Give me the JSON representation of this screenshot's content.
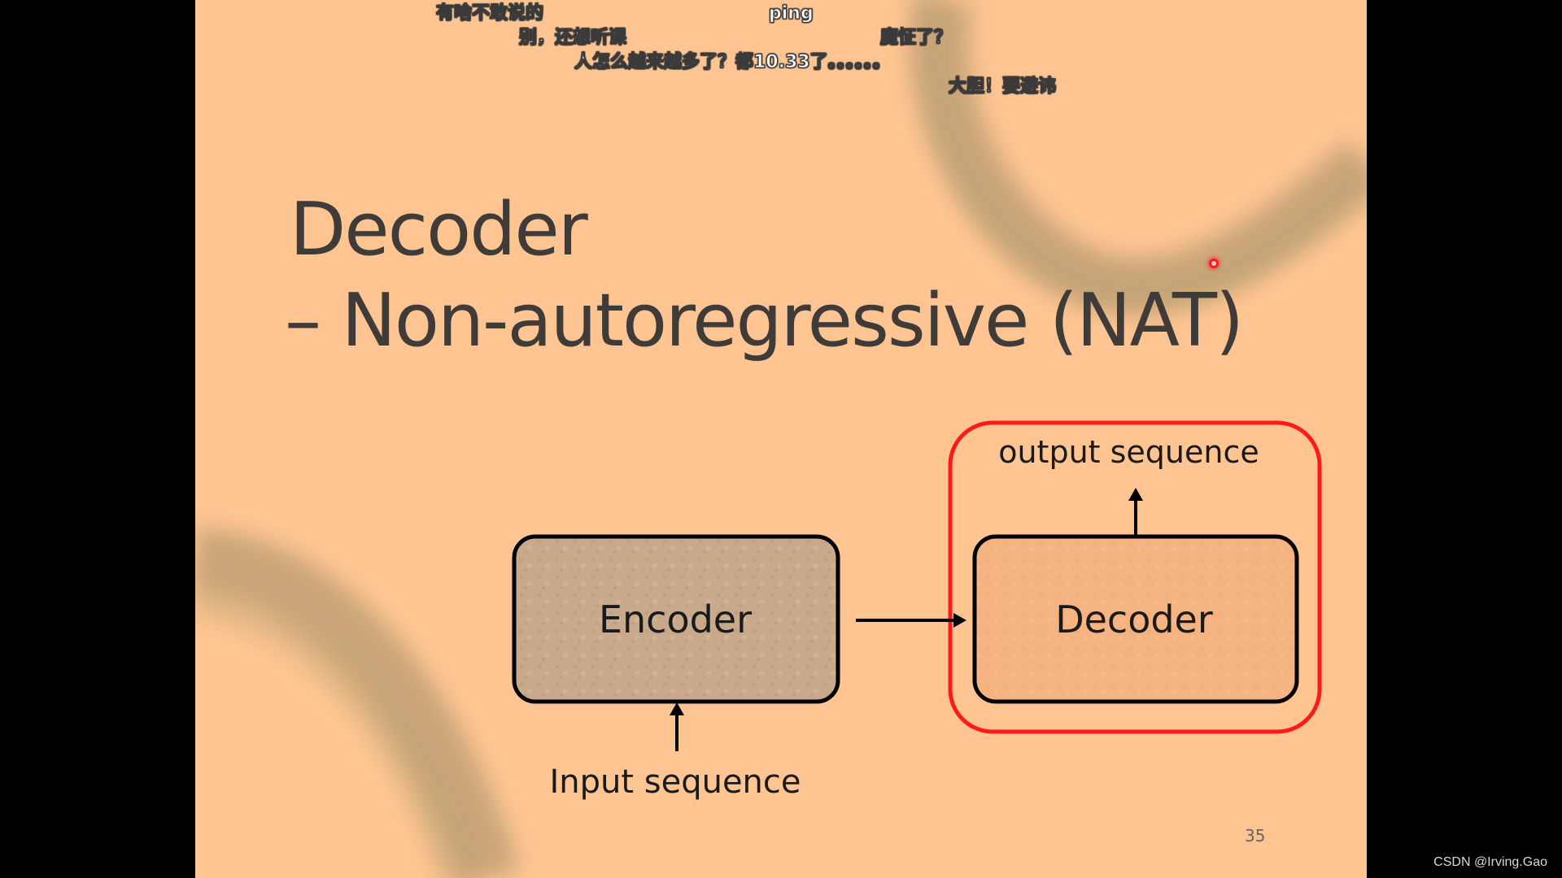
{
  "danmaku": [
    {
      "id": "d1",
      "text": "有啥不敢说的"
    },
    {
      "id": "d2",
      "text": "ping"
    },
    {
      "id": "d3",
      "text": "别，还想听课"
    },
    {
      "id": "d4",
      "text": "魔怔了？"
    },
    {
      "id": "d5",
      "text": "人怎么越来越多了？都10.33了。。。。。。"
    },
    {
      "id": "d6",
      "text": "大胆！要避讳"
    }
  ],
  "slide": {
    "title_line1": "Decoder",
    "title_line2": "– Non-autoregressive (NAT)",
    "page_number": "35",
    "background_color": "#fec592"
  },
  "diagram": {
    "encoder_label": "Encoder",
    "decoder_label": "Decoder",
    "output_label": "output sequence",
    "input_label": "Input sequence",
    "highlight_color": "#ff1a1a"
  },
  "watermark": "CSDN @Irving.Gao"
}
